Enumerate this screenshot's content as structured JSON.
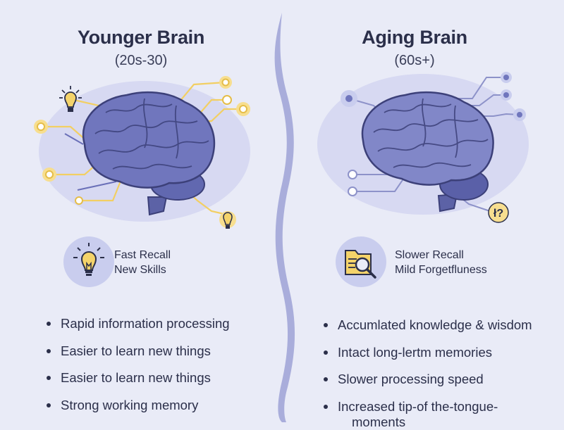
{
  "left": {
    "title": "Younger Brain",
    "subtitle": "(20s-30)",
    "badge_lines": [
      "Fast Recall",
      "New Skills"
    ],
    "bullets": [
      "Rapid information processing",
      "Easier to learn new things",
      "Easier to learn new things",
      "Strong working memory"
    ]
  },
  "right": {
    "title": "Aging Brain",
    "subtitle": "(60s+)",
    "badge_lines": [
      "Slower Recall",
      "Mild Forgetfluness"
    ],
    "bullets": [
      "Accumlated knowledge & wisdom",
      "Intact long-lertm memories",
      "Slower processing speed",
      "Increased tip-of the-tongue-",
      "moments"
    ],
    "question_glyph": "ł?"
  },
  "colors": {
    "background": "#e9ebf7",
    "brain": "#7076bd",
    "brain_outline": "#3c4079",
    "glow": "#d7d9f2",
    "circuit_young": "#f2cf63",
    "circuit_aging": "#8d92c9",
    "divider": "#9ea2d6"
  },
  "icons": {
    "young_top": "lightbulb-icon",
    "young_bottom": "lightbulb-icon",
    "young_badge": "lightbulb-icon",
    "aging_badge": "folder-search-icon"
  }
}
